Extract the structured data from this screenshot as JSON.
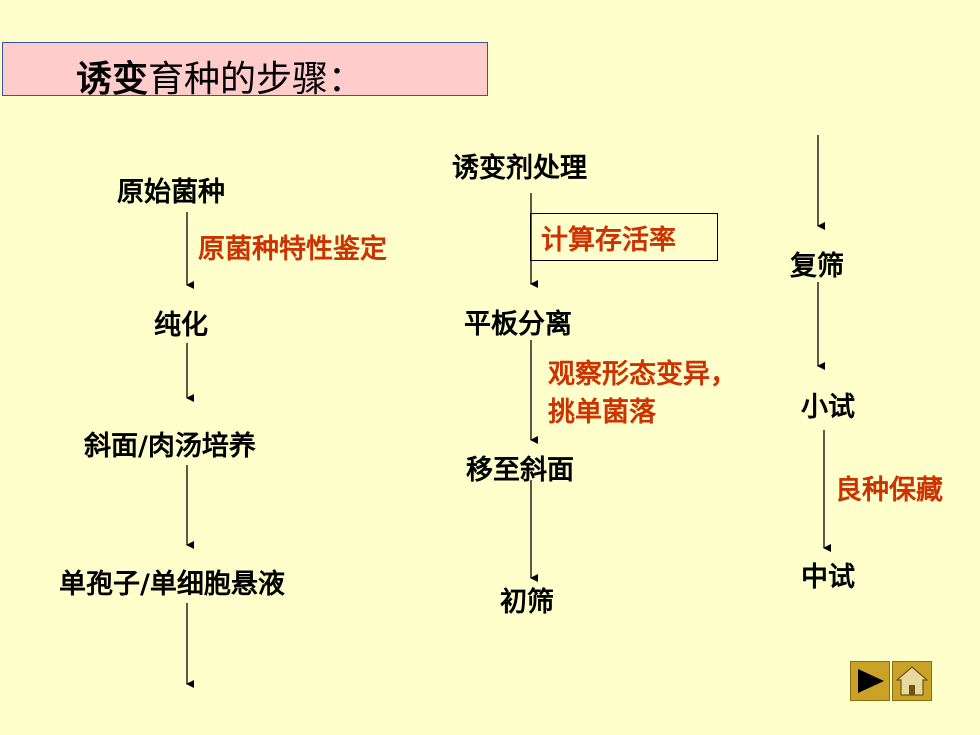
{
  "title": {
    "bold": "诱变",
    "rest": "育种的步骤："
  },
  "steps": {
    "original": "原始菌种",
    "purify": "纯化",
    "slant": "斜面/肉汤培养",
    "single": "单孢子/单细胞悬液",
    "mutagen": "诱变剂处理",
    "plate": "平板分离",
    "transfer": "移至斜面",
    "first_screen": "初筛",
    "rescreen": "复筛",
    "small_trial": "小试",
    "mid_trial": "中试"
  },
  "notes": {
    "identify": "原菌种特性鉴定",
    "survival": "计算存活率",
    "observe_line1": "观察形态变异，",
    "observe_line2": "挑单菌落",
    "preserve": "良种保藏"
  },
  "nav": {
    "next_icon": "play-icon",
    "home_icon": "home-icon"
  },
  "colors": {
    "background": "#ffffcc",
    "title_box": "#ffcccc",
    "note": "#cc3300",
    "nav_button": "#c9a227"
  }
}
